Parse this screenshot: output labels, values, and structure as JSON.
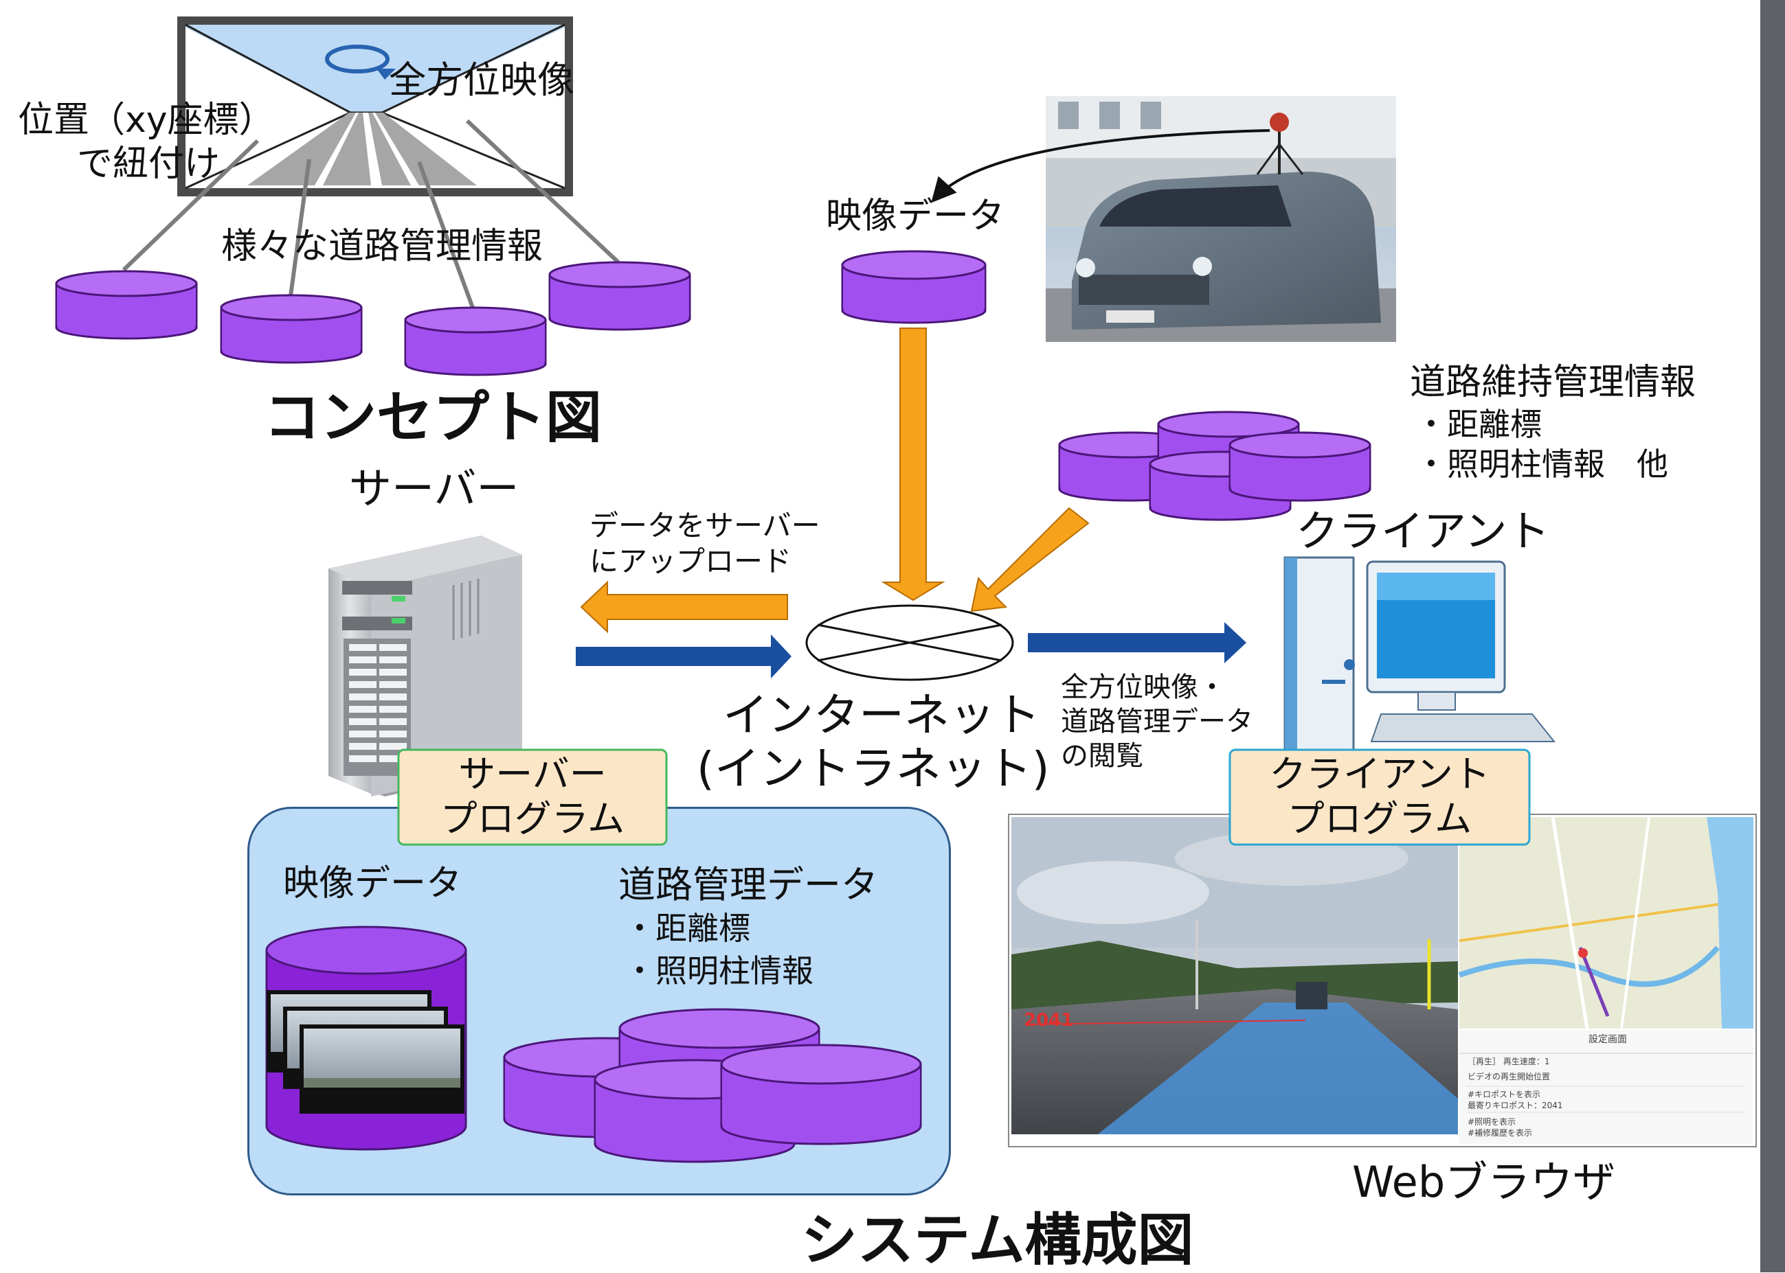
{
  "concept": {
    "title": "コンセプト図",
    "panorama_label": "全方位映像",
    "position_label_line1": "位置（xy座標）",
    "position_label_line2": "で紐付け",
    "road_info_label": "様々な道路管理情報"
  },
  "system": {
    "title": "システム構成図",
    "server_label": "サーバー",
    "upload_label_line1": "データをサーバー",
    "upload_label_line2": "にアップロード",
    "video_data_label": "映像データ",
    "road_maintenance": {
      "title": "道路維持管理情報",
      "items": [
        "・距離標",
        "・照明柱情報　他"
      ]
    },
    "client_label": "クライアント",
    "internet_line1": "インターネット",
    "internet_line2": "(イントラネット)",
    "view_label_line1": "全方位映像・",
    "view_label_line2": "道路管理データ",
    "view_label_line3": "の閲覧",
    "server_program_line1": "サーバー",
    "server_program_line2": "プログラム",
    "client_program_line1": "クライアント",
    "client_program_line2": "プログラム",
    "panel_video_label": "映像データ",
    "panel_road_data": {
      "title": "道路管理データ",
      "items": [
        "・距離標",
        "・照明柱情報"
      ]
    },
    "browser_label": "Webブラウザ",
    "browser_screen": {
      "distance_marker": "2041",
      "info_title": "設定画面",
      "info_rows": [
        "［再生］ 再生速度：1",
        "ビデオの再生開始位置",
        "#キロポストを表示",
        "最寄りキロポスト：2041",
        "#照明を表示",
        "#補修履歴を表示"
      ]
    }
  },
  "colors": {
    "database_purple": "#a24ff0",
    "database_purple_dark": "#8a23d8",
    "arrow_orange": "#f7a21b",
    "arrow_blue": "#1a4fa0",
    "panel_blue": "#bcdcf8",
    "label_fill": "#fbe7c8",
    "server_program_border": "#46b75c",
    "client_program_border": "#2aa6cf"
  }
}
